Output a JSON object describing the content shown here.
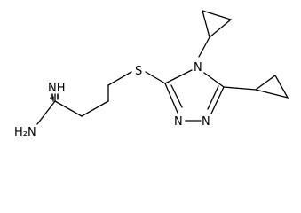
{
  "molecule": {
    "atom_labels": {
      "imine": "NH",
      "amine": "H₂N",
      "sulfur": "S",
      "ring_n4": "N",
      "ring_n1": "N",
      "ring_n2": "N"
    },
    "colors": {
      "bond": "#000000",
      "text": "#000000",
      "background": "#ffffff"
    }
  }
}
